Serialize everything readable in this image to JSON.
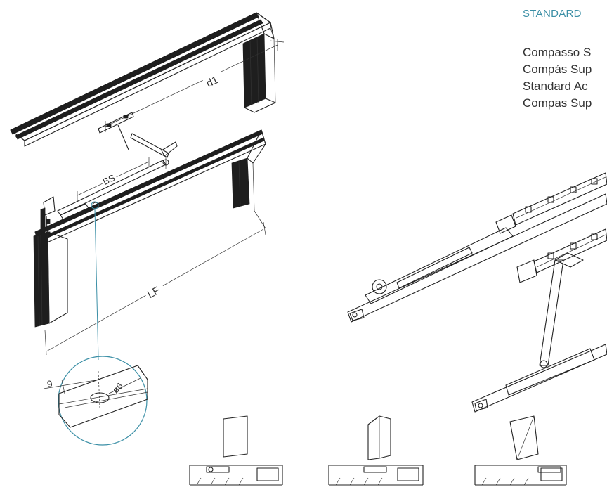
{
  "header": {
    "title": "STANDARD"
  },
  "names": [
    "Compasso S",
    "Compás Sup",
    "Standard Ac",
    "Compas Sup"
  ],
  "dimensions": {
    "d1": "d1",
    "bs": "BS",
    "lf": "LF",
    "offset": "9",
    "hole": "ø6"
  },
  "colors": {
    "accent": "#3b8fa6",
    "line": "#222222",
    "text": "#333333"
  }
}
